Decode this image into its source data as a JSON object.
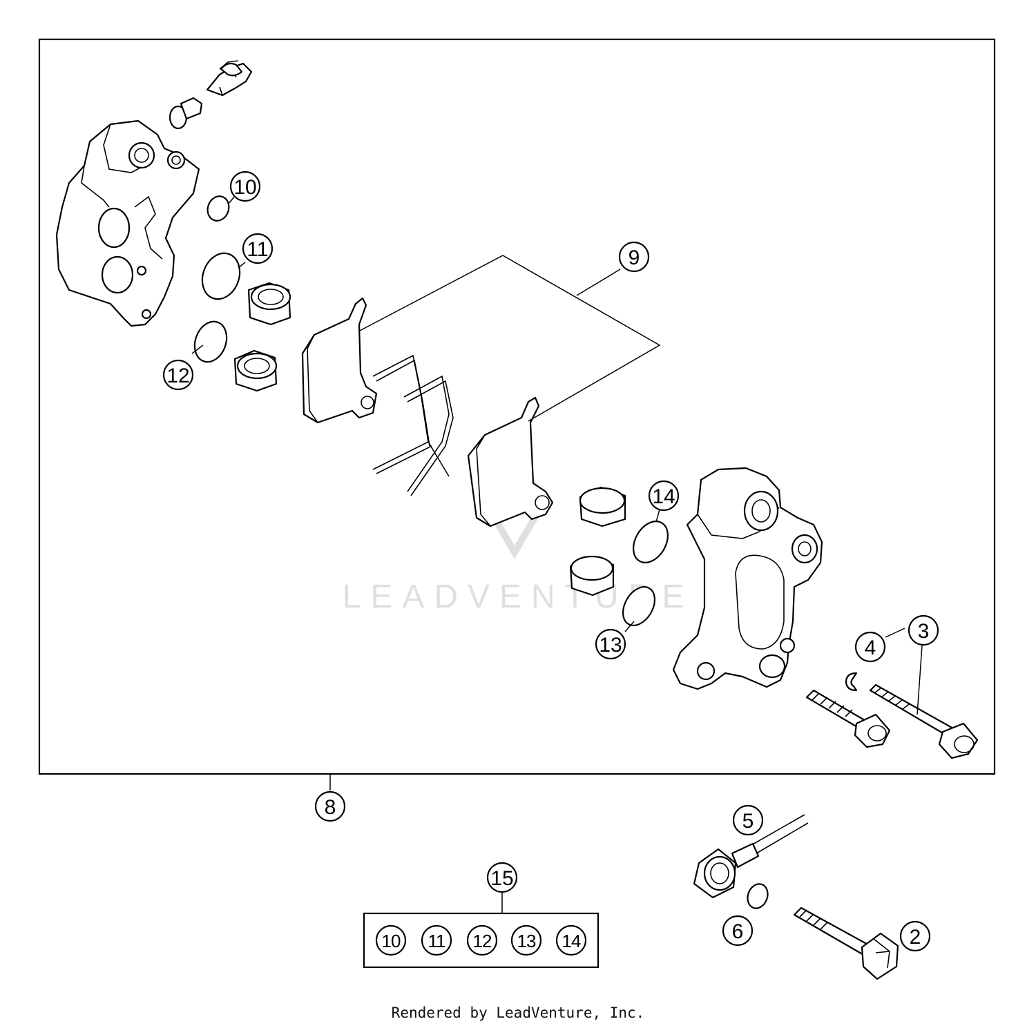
{
  "diagram": {
    "callouts": {
      "c2": "2",
      "c3": "3",
      "c4": "4",
      "c5": "5",
      "c6": "6",
      "c8": "8",
      "c9": "9",
      "c10": "10",
      "c11": "11",
      "c12": "12",
      "c13": "13",
      "c14": "14",
      "c15": "15"
    },
    "kit_items": [
      "10",
      "11",
      "12",
      "13",
      "14"
    ],
    "watermark": "LEADVENTURE",
    "footer": "Rendered by LeadVenture, Inc."
  }
}
